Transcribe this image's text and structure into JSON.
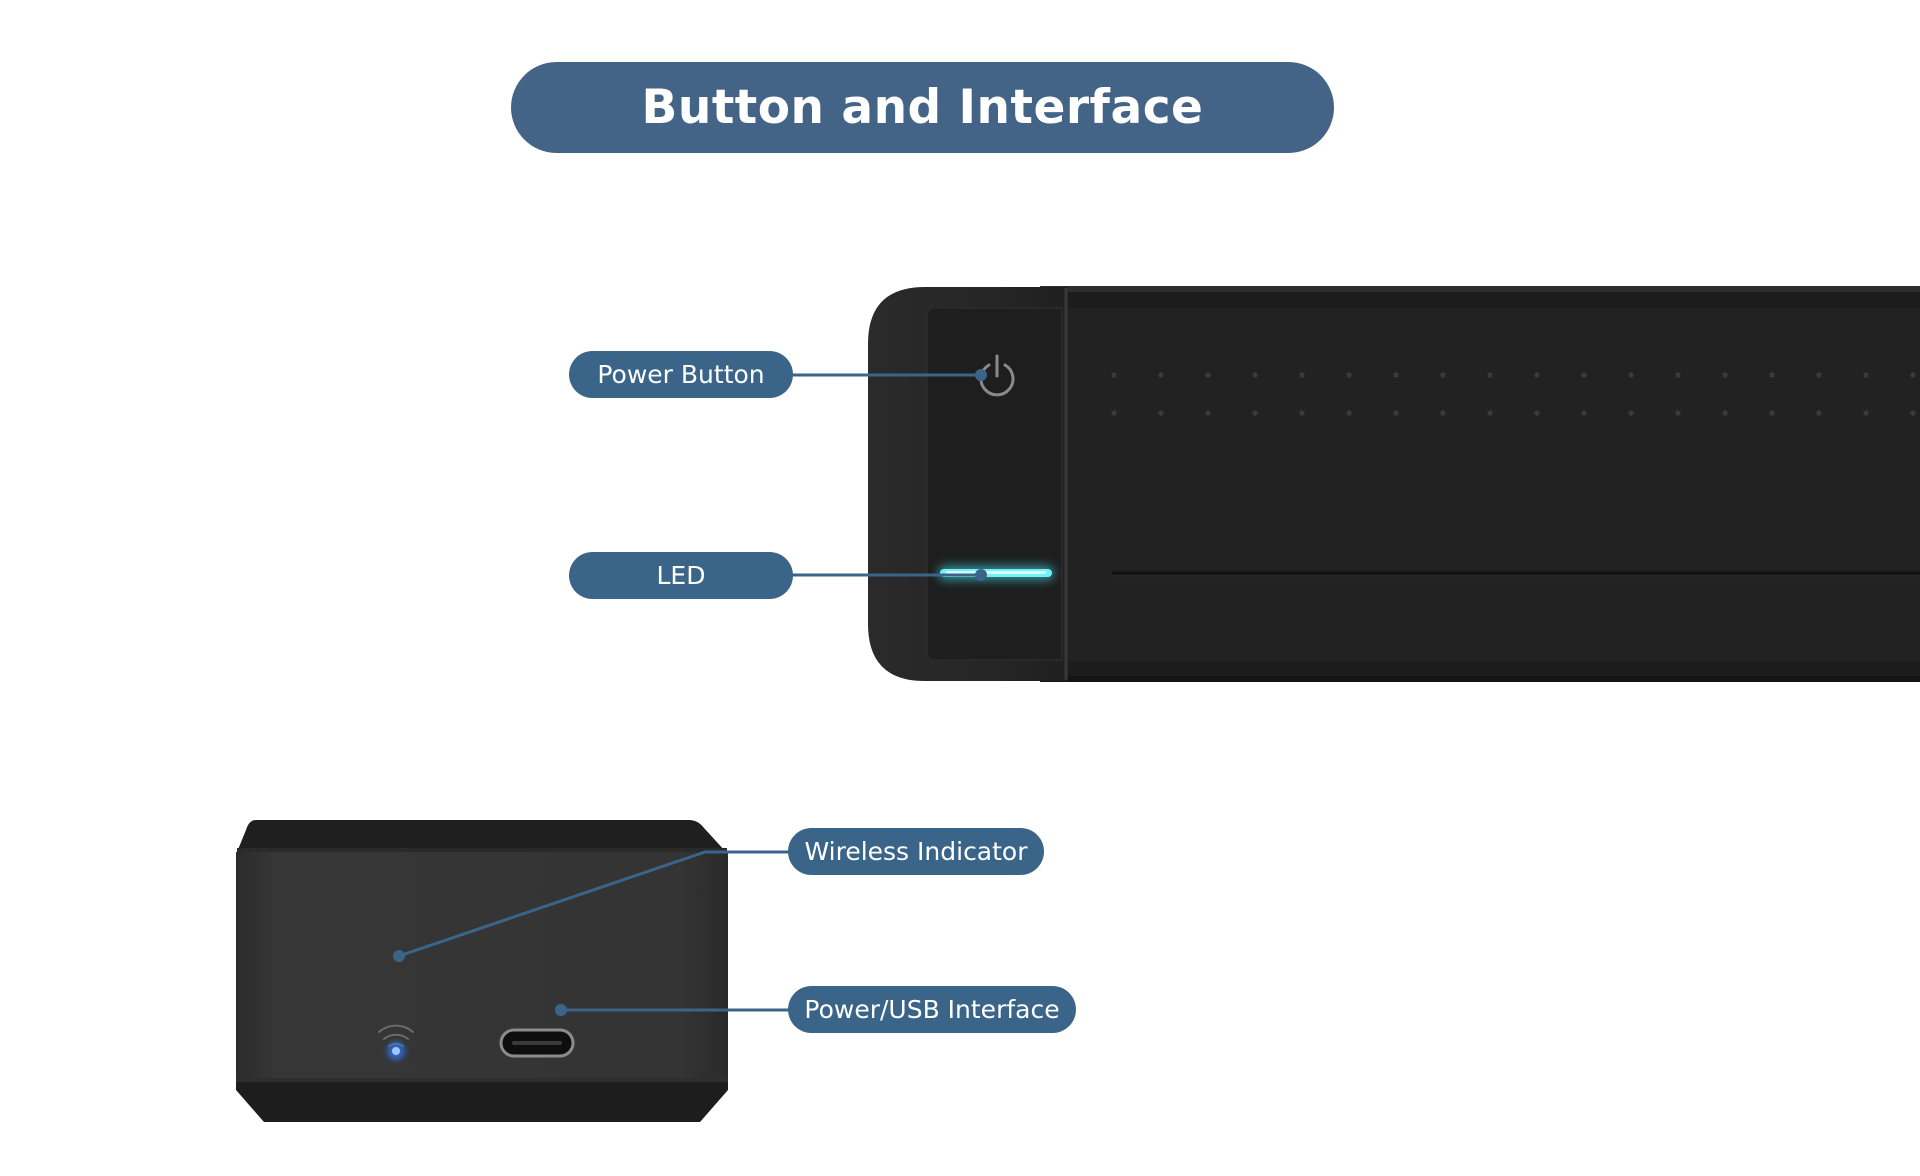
{
  "title": "Button and Interface",
  "labels": {
    "power_button": "Power Button",
    "led": "LED",
    "wireless_indicator": "Wireless Indicator",
    "power_usb_interface": "Power/USB Interface"
  },
  "colors": {
    "title_pill": "#446487",
    "label_pill": "#3a6589",
    "leader_line": "#3a6589",
    "device_body": "#1e1e1e",
    "led_glow": "#3fe3f0",
    "wifi_led": "#2f7dff"
  },
  "icons": [
    "power-icon",
    "wifi-icon",
    "usb-c-port-icon"
  ]
}
